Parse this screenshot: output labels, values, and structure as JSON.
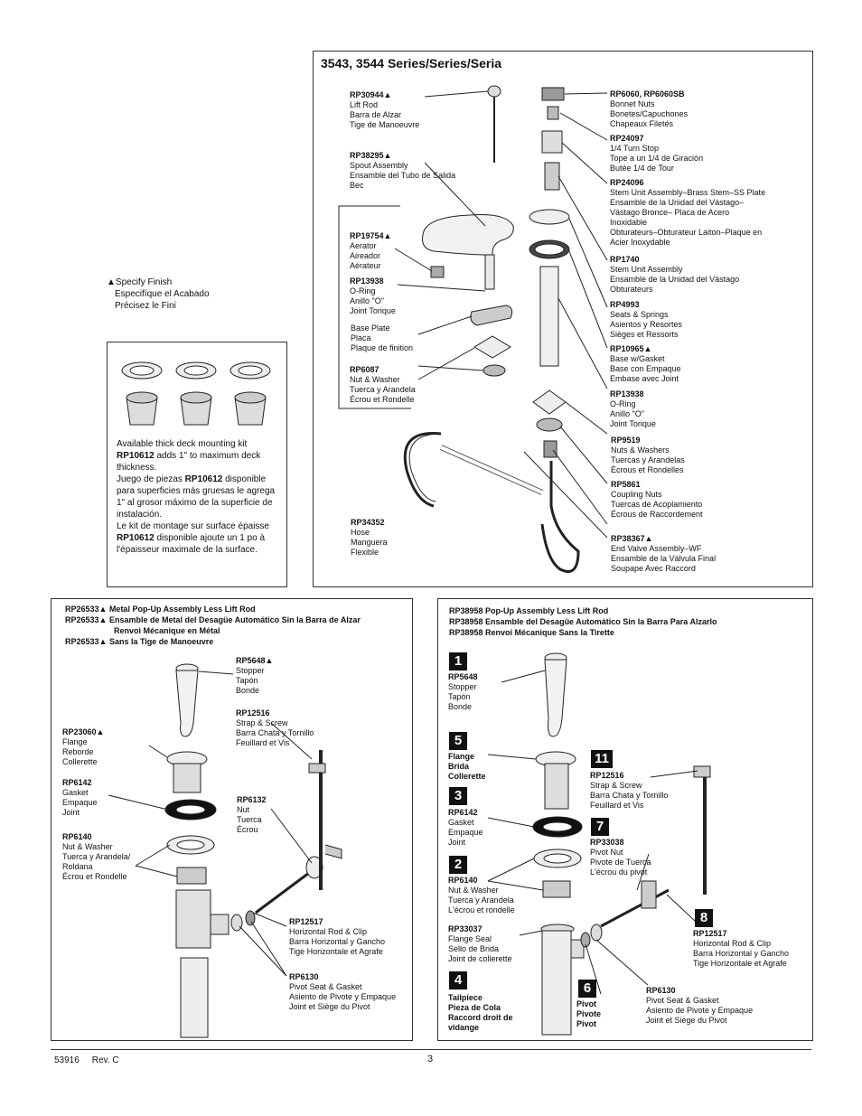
{
  "top_panel": {
    "title": "3543, 3544 Series/Series/Seria",
    "parts": [
      {
        "code": "RP30944▲",
        "lines": [
          "Lift Rod",
          "Barra de Alzar",
          "Tige de Manoeuvre"
        ]
      },
      {
        "code": "RP38295▲",
        "lines": [
          "Spout Assembly",
          "Ensamble del Tubo de Salida",
          "Bec"
        ]
      },
      {
        "code": "RP19754▲",
        "lines": [
          "Aerator",
          "Aireador",
          "Aérateur"
        ]
      },
      {
        "code": "RP13938",
        "lines": [
          "O-Ring",
          "Anillo \"O\"",
          "Joint Torique"
        ]
      },
      {
        "code": "",
        "lines": [
          "Base Plate",
          "Placa",
          "Plaque de finition"
        ]
      },
      {
        "code": "RP6087",
        "lines": [
          "Nut & Washer",
          "Tuerca y Arandela",
          "Écrou et Rondelle"
        ]
      },
      {
        "code": "RP34352",
        "lines": [
          "Hose",
          "Manguera",
          "Flexible"
        ]
      },
      {
        "code": "RP6060, RP6060SB",
        "lines": [
          "Bonnet Nuts",
          "Bonetes/Capuchones",
          "Chapeaux Filetés"
        ]
      },
      {
        "code": "RP24097",
        "lines": [
          "1/4 Turn Stop",
          "Tope a un 1/4 de Giración",
          "Butée 1/4 de Tour"
        ]
      },
      {
        "code": "RP24096",
        "lines": [
          "Stem Unit Assembly–Brass Stem–SS Plate",
          "Ensamble de la Unidad del Vástago–",
          "Vástago Bronce– Placa de Acero",
          "Inoxidable",
          "Obturateurs–Obturateur Laiton–Plaque en",
          "Acier Inoxydable"
        ]
      },
      {
        "code": "RP1740",
        "lines": [
          "Stem Unit Assembly",
          "Ensamble de la Unidad del Vástago",
          "Obturateurs"
        ]
      },
      {
        "code": "RP4993",
        "lines": [
          "Seats & Springs",
          "Asientos y Resortes",
          "Sièges et Ressorts"
        ]
      },
      {
        "code": "RP10965▲",
        "lines": [
          "Base w/Gasket",
          "Base con Empaque",
          "Embase avec Joint"
        ]
      },
      {
        "code": "RP13938",
        "lines": [
          "O-Ring",
          "Anillo \"O\"",
          "Joint Torique"
        ]
      },
      {
        "code": "RP9519",
        "lines": [
          "Nuts & Washers",
          "Tuercas y Arandelas",
          "Écrous et Rondelles"
        ]
      },
      {
        "code": "RP5861",
        "lines": [
          "Coupling Nuts",
          "Tuercas de Acoplamiento",
          "Écrous de Raccordement"
        ]
      },
      {
        "code": "RP38367▲",
        "lines": [
          "End Valve Assembly–WF",
          "Ensamble de la Válvula Final",
          "Soupape Avec Raccord"
        ]
      }
    ]
  },
  "specify_finish": [
    "▲Specify Finish",
    "Especifíque el Acabado",
    "Précisez le Fini"
  ],
  "kit_box": {
    "en_pre": "Available thick deck mounting kit",
    "en_code": "RP10612",
    "en_post": " adds 1\" to maximum deck thickness.",
    "es_pre": "Juego de piezas ",
    "es_code": "RP10612",
    "es_post": " disponible para superficies más gruesas le agrega 1\" al grosor máximo de la superficie de instalación.",
    "fr_pre": "Le kit de montage sur surface épaisse ",
    "fr_code": "RP10612",
    "fr_post": " disponible ajoute un 1 po à l'épaisseur maximale de la surface."
  },
  "left_panel": {
    "header": [
      "RP26533▲ Metal Pop-Up Assembly Less Lift Rod",
      "RP26533▲ Ensamble de Metal del Desagüe Automático Sin la Barra de Alzar",
      "Renvoi Mécanique en Métal",
      "RP26533▲ Sans la Tige de Manoeuvre"
    ],
    "parts": [
      {
        "code": "RP5648▲",
        "lines": [
          "Stopper",
          "Tapón",
          "Bonde"
        ]
      },
      {
        "code": "RP12516",
        "lines": [
          "Strap & Screw",
          "Barra Chata y Tornillo",
          "Feuillard et Vis"
        ]
      },
      {
        "code": "RP23060▲",
        "lines": [
          "Flange",
          "Reborde",
          "Collerette"
        ]
      },
      {
        "code": "RP6142",
        "lines": [
          "Gasket",
          "Empaque",
          "Joint"
        ]
      },
      {
        "code": "RP6132",
        "lines": [
          "Nut",
          "Tuerca",
          "Écrou"
        ]
      },
      {
        "code": "RP6140",
        "lines": [
          "Nut & Washer",
          "Tuerca y Arandela/",
          "Roldana",
          "Écrou et Rondelle"
        ]
      },
      {
        "code": "RP12517",
        "lines": [
          "Horizontal Rod & Clip",
          "Barra Horizontal y Gancho",
          "Tige Horizontale et Agrafe"
        ]
      },
      {
        "code": "RP6130",
        "lines": [
          "Pivot Seat & Gasket",
          "Asiento de Pivote y Empaque",
          "Joint et Siège du Pivot"
        ]
      }
    ]
  },
  "right_panel": {
    "header": [
      "RP38958  Pop-Up Assembly Less Lift Rod",
      "RP38958  Ensamble del Desagüe Automático Sin la Barra Para Alzarlo",
      "RP38958  Renvoi Mécanique Sans la Tirette"
    ],
    "numbers": [
      "1",
      "5",
      "3",
      "2",
      "4",
      "6",
      "11",
      "7",
      "8"
    ],
    "parts": [
      {
        "code": "RP5648",
        "lines": [
          "Stopper",
          "Tapón",
          "Bonde"
        ]
      },
      {
        "code": "",
        "bold": [
          "Flange",
          "Brida",
          "Collerette"
        ]
      },
      {
        "code": "RP6142",
        "lines": [
          "Gasket",
          "Empaque",
          "Joint"
        ]
      },
      {
        "code": "RP6140",
        "lines": [
          "Nut & Washer",
          "Tuerca y Arandela",
          "L'écrou et rondelle"
        ]
      },
      {
        "code": "RP33037",
        "lines": [
          "Flange Seal",
          "Sello de Brida",
          "Joint de collerette"
        ]
      },
      {
        "code": "",
        "bold": [
          "Tailpiece",
          "Pieza de Cola",
          "Raccord droit de",
          "vidange"
        ]
      },
      {
        "code": "",
        "bold": [
          "Pivot",
          "Pivote",
          "Pivot"
        ]
      },
      {
        "code": "RP12516",
        "lines": [
          "Strap & Screw",
          "Barra Chata y Tornillo",
          "Feuillard et Vis"
        ]
      },
      {
        "code": "RP33038",
        "lines": [
          "Pivot Nut",
          "Pivote de Tuerca",
          "L'écrou du pivot"
        ]
      },
      {
        "code": "RP12517",
        "lines": [
          "Horizontal Rod & Clip",
          "Barra Horizontal y Gancho",
          "Tige Horizontale et Agrafe"
        ]
      },
      {
        "code": "RP6130",
        "lines": [
          "Pivot Seat & Gasket",
          "Asiento de Pivote y Empaque",
          "Joint et Siège du Pivot"
        ]
      }
    ]
  },
  "footer": {
    "doc": "53916",
    "rev": "Rev. C",
    "page": "3"
  }
}
